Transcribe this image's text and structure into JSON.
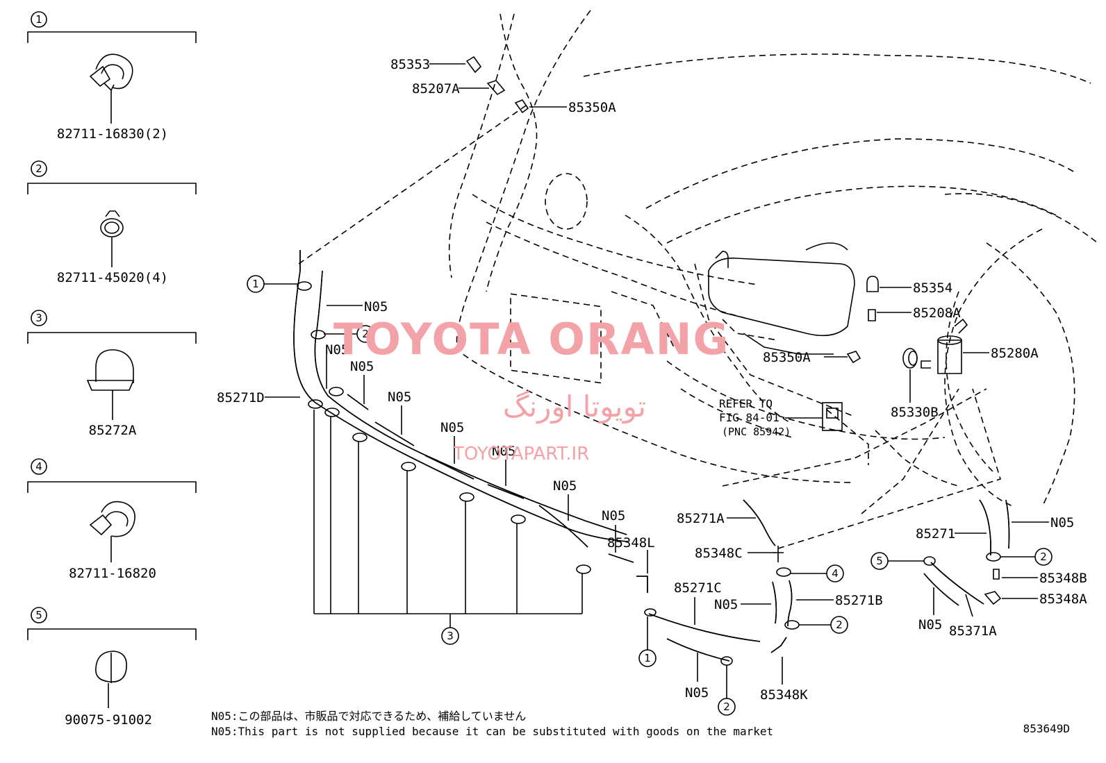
{
  "legend": [
    {
      "num": "1",
      "part": "82711-16830(2)"
    },
    {
      "num": "2",
      "part": "82711-45020(4)"
    },
    {
      "num": "3",
      "part": "85272A"
    },
    {
      "num": "4",
      "part": "82711-16820"
    },
    {
      "num": "5",
      "part": "90075-91002"
    }
  ],
  "labels": {
    "p85353": "85353",
    "p85207A": "85207A",
    "p85350A_top": "85350A",
    "p85354": "85354",
    "p85208A": "85208A",
    "p85350A_mid": "85350A",
    "p85280A": "85280A",
    "p85330B": "85330B",
    "p85271D": "85271D",
    "p85271A": "85271A",
    "p85348C": "85348C",
    "p85271C": "85271C",
    "p85271B": "85271B",
    "p85348L": "85348L",
    "p85348K": "85348K",
    "p85271": "85271",
    "p85348B": "85348B",
    "p85348A": "85348A",
    "p85371A": "85371A",
    "n05": "N05"
  },
  "refer": {
    "line1": "REFER TO",
    "line2": "FIG 84-01",
    "line3": "(PNC 85942)"
  },
  "callouts": {
    "c1": "1",
    "c2": "2",
    "c3": "3",
    "c4": "4",
    "c5": "5"
  },
  "watermark": {
    "brand": "TOYOTA ORANG",
    "persian": "تویوتا اورنگ",
    "site": "TOYOTAPART.IR"
  },
  "notes": {
    "jp": "N05:この部品は、市販品で対応できるため、補給していません",
    "en": "N05:This part is not supplied because it can be substituted with goods on the market"
  },
  "figure_code": "853649D"
}
